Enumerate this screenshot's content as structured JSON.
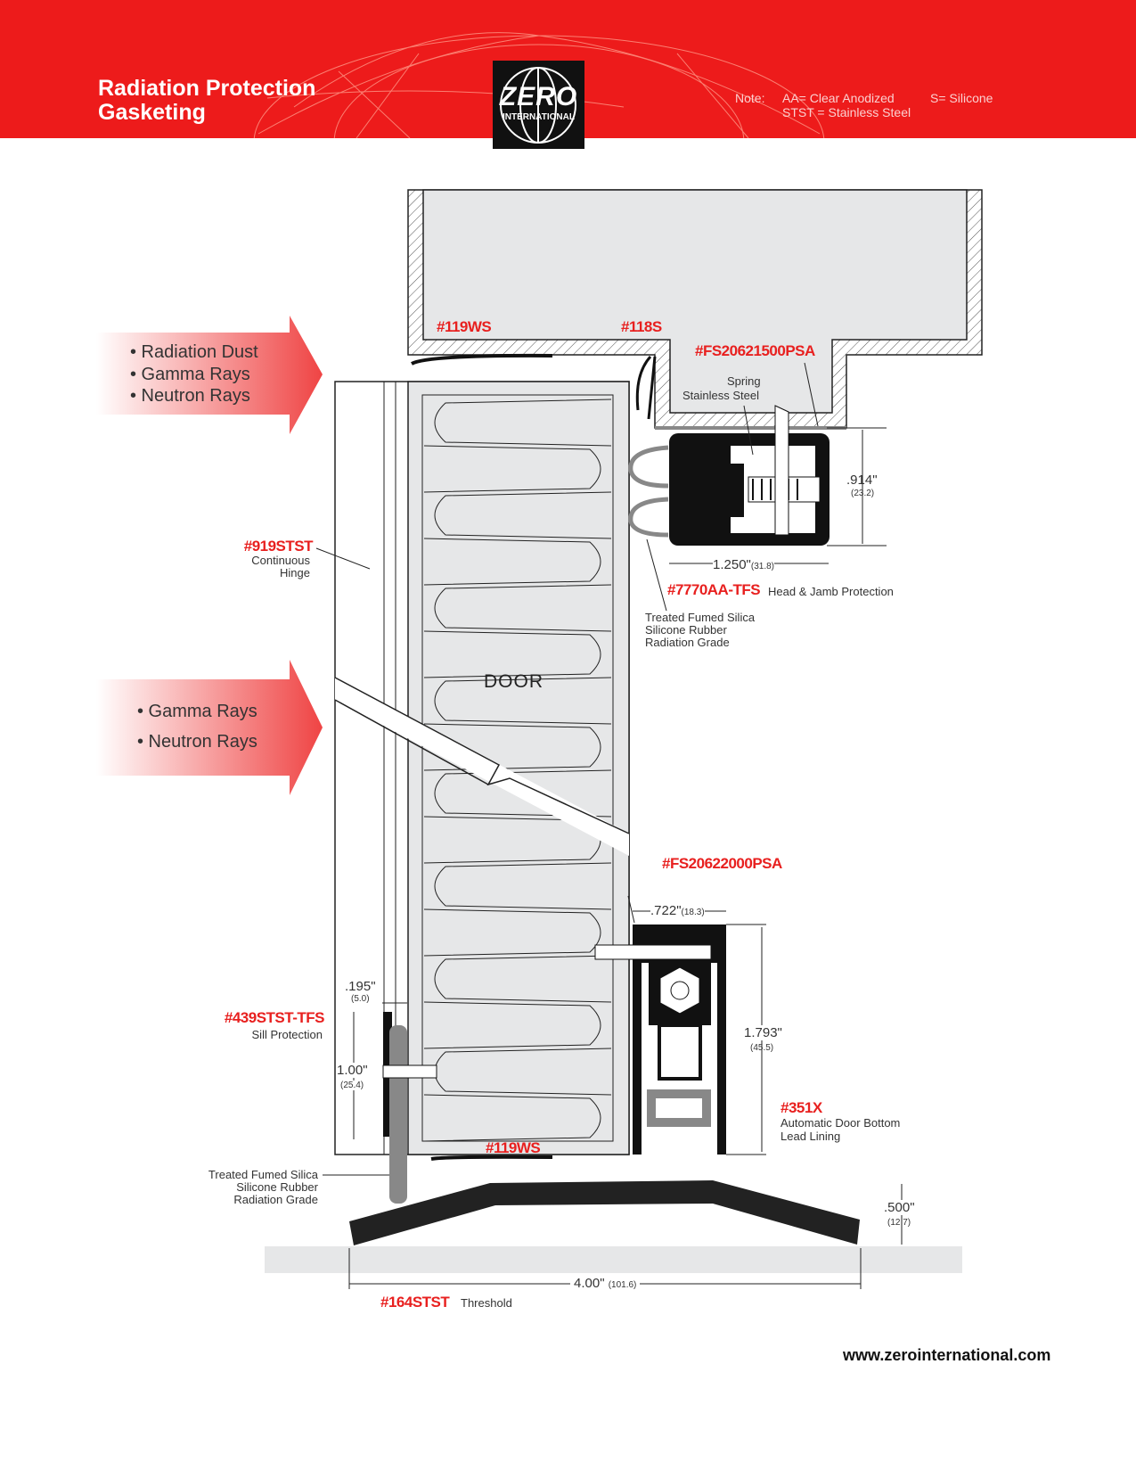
{
  "header": {
    "title_line1": "Radiation Protection",
    "title_line2": "Gasketing",
    "logo_text": "ZERO",
    "logo_subtext": "INTERNATIONAL",
    "note_label": "Note:",
    "note_aa": "AA= Clear Anodized",
    "note_stst": "STST = Stainless Steel",
    "note_s": "S= Silicone",
    "brand_color": "#ed1b1b"
  },
  "arrows": [
    {
      "items": [
        "• Radiation Dust",
        "• Gamma Rays",
        "• Neutron Rays"
      ]
    },
    {
      "items": [
        "• Gamma Rays",
        "• Neutron Rays"
      ]
    }
  ],
  "labels": {
    "p119ws_top": "#119WS",
    "p118s": "#118S",
    "fs2062": "#FS20621500PSA",
    "spring": "Spring",
    "stainless": "Stainless Steel",
    "d914": ".914\"",
    "d914mm": "(23.2)",
    "d1250": "1.250\"",
    "d1250mm": "(31.8)",
    "p7770": "#7770AA-TFS",
    "p7770desc": "Head & Jamb Protection",
    "tfs1": "Treated Fumed Silica",
    "tfs2": "Silicone Rubber",
    "tfs3": "Radiation Grade",
    "p919": "#919STST",
    "p919d1": "Continuous",
    "p919d2": "Hinge",
    "door": "DOOR",
    "fs2062b": "#FS20622000PSA",
    "d722": ".722\"",
    "d722mm": "(18.3)",
    "d1793": "1.793\"",
    "d1793mm": "(45.5)",
    "p351": "#351X",
    "p351d1": "Automatic Door Bottom",
    "p351d2": "Lead Lining",
    "d195": ".195\"",
    "d195mm": "(5.0)",
    "p439": "#439STST-TFS",
    "p439d": "Sill Protection",
    "d100": "1.00\"",
    "d100mm": "(25.4)",
    "p119ws_bot": "#119WS",
    "tfsb1": "Treated Fumed Silica",
    "tfsb2": "Silicone Rubber",
    "tfsb3": "Radiation Grade",
    "d500": ".500\"",
    "d500mm": "(12.7)",
    "d400": "4.00\"",
    "d400mm": "(101.6)",
    "p164": "#164STST",
    "p164d": "Threshold"
  },
  "footer": {
    "url": "www.zerointernational.com"
  }
}
